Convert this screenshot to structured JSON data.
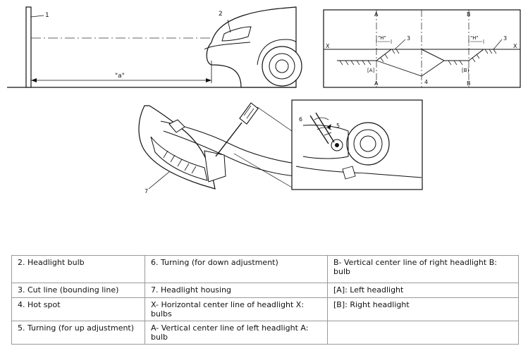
{
  "diagram_labels": {
    "pole": "1",
    "bulb": "2",
    "distance": "\"a\"",
    "axis_a": "A",
    "axis_b": "B",
    "axis_x": "X",
    "h_left": "\"H\"",
    "h_right": "\"H\"",
    "cut_left": "3",
    "cut_right": "3",
    "hot_spot": "4",
    "left_lamp": "[A]",
    "right_lamp": "[B]",
    "housing": "7",
    "turn_down": "6",
    "turn_up": "5"
  },
  "legend": [
    [
      "2. Headlight bulb",
      "6. Turning (for down adjustment)",
      "B- Vertical center line of right headlight B: bulb"
    ],
    [
      "3. Cut line (bounding line)",
      "7. Headlight housing",
      "[A]: Left headlight"
    ],
    [
      "4. Hot spot",
      "X- Horizontal center line of headlight X: bulbs",
      "[B]: Right headlight"
    ],
    [
      "5. Turning (for up adjustment)",
      "A- Vertical center line of left headlight A: bulb",
      ""
    ]
  ]
}
